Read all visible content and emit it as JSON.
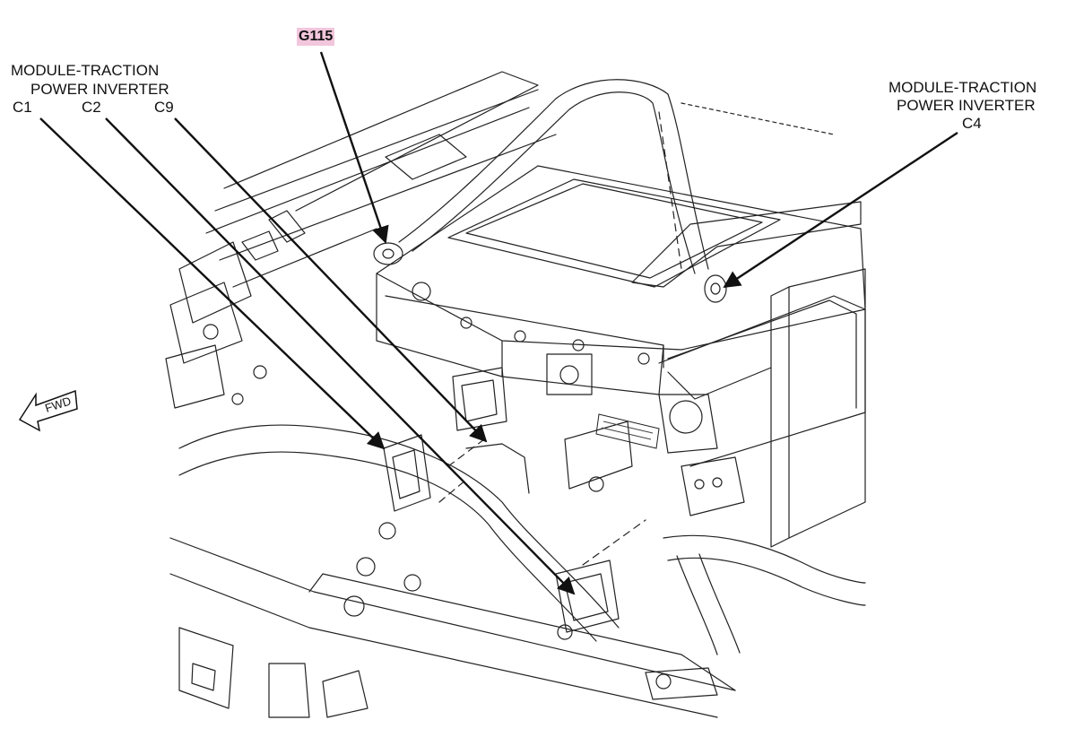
{
  "labels": {
    "ground": "G115",
    "left_module_line1": "MODULE-TRACTION",
    "left_module_line2": "POWER INVERTER",
    "c1": "C1",
    "c2": "C2",
    "c9": "C9",
    "right_module_line1": "MODULE-TRACTION",
    "right_module_line2": "POWER INVERTER",
    "c4": "C4",
    "fwd": "FWD"
  },
  "colors": {
    "ink": "#111111",
    "highlight": "#f2c6dc"
  }
}
